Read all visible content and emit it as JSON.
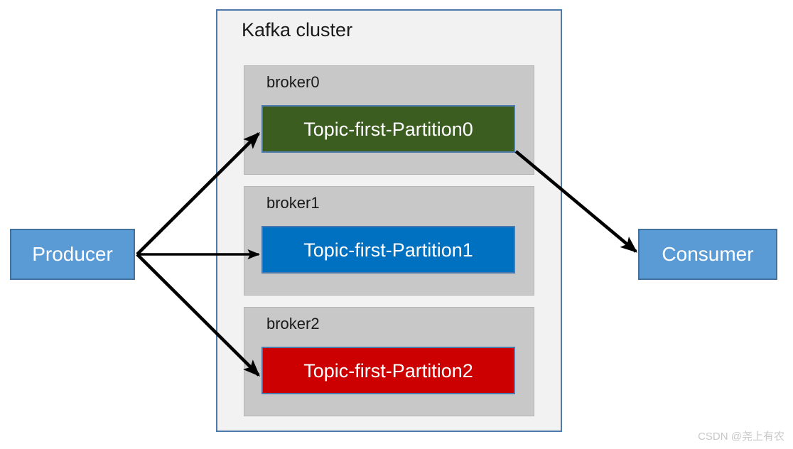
{
  "cluster": {
    "title": "Kafka cluster",
    "fill_color": "#F2F2F2",
    "border_color": "#4E7AAB"
  },
  "brokers": [
    {
      "label": "broker0",
      "partition": {
        "label": "Topic-first-Partition0",
        "fill_color": "#3B5E20",
        "border_color": "#4E7AAB",
        "text_color": "#FFFFFF"
      }
    },
    {
      "label": "broker1",
      "partition": {
        "label": "Topic-first-Partition1",
        "fill_color": "#0070C0",
        "border_color": "#4E7AAB",
        "text_color": "#FFFFFF"
      }
    },
    {
      "label": "broker2",
      "partition": {
        "label": "Topic-first-Partition2",
        "fill_color": "#CC0000",
        "border_color": "#4E7AAB",
        "text_color": "#FFFFFF"
      }
    }
  ],
  "endpoints": {
    "producer": {
      "label": "Producer",
      "fill_color": "#5B9BD5",
      "border_color": "#41719C"
    },
    "consumer": {
      "label": "Consumer",
      "fill_color": "#5B9BD5",
      "border_color": "#41719C"
    }
  },
  "arrows": {
    "stroke_color": "#000000",
    "items": [
      {
        "name": "producer-to-partition0",
        "from": "Producer",
        "to": "Topic-first-Partition0"
      },
      {
        "name": "producer-to-partition1",
        "from": "Producer",
        "to": "Topic-first-Partition1"
      },
      {
        "name": "producer-to-partition2",
        "from": "Producer",
        "to": "Topic-first-Partition2"
      },
      {
        "name": "partition0-to-consumer",
        "from": "Topic-first-Partition0",
        "to": "Consumer"
      }
    ]
  },
  "watermark": {
    "text": "CSDN @尧上有农",
    "color": "#C8C8C8"
  }
}
